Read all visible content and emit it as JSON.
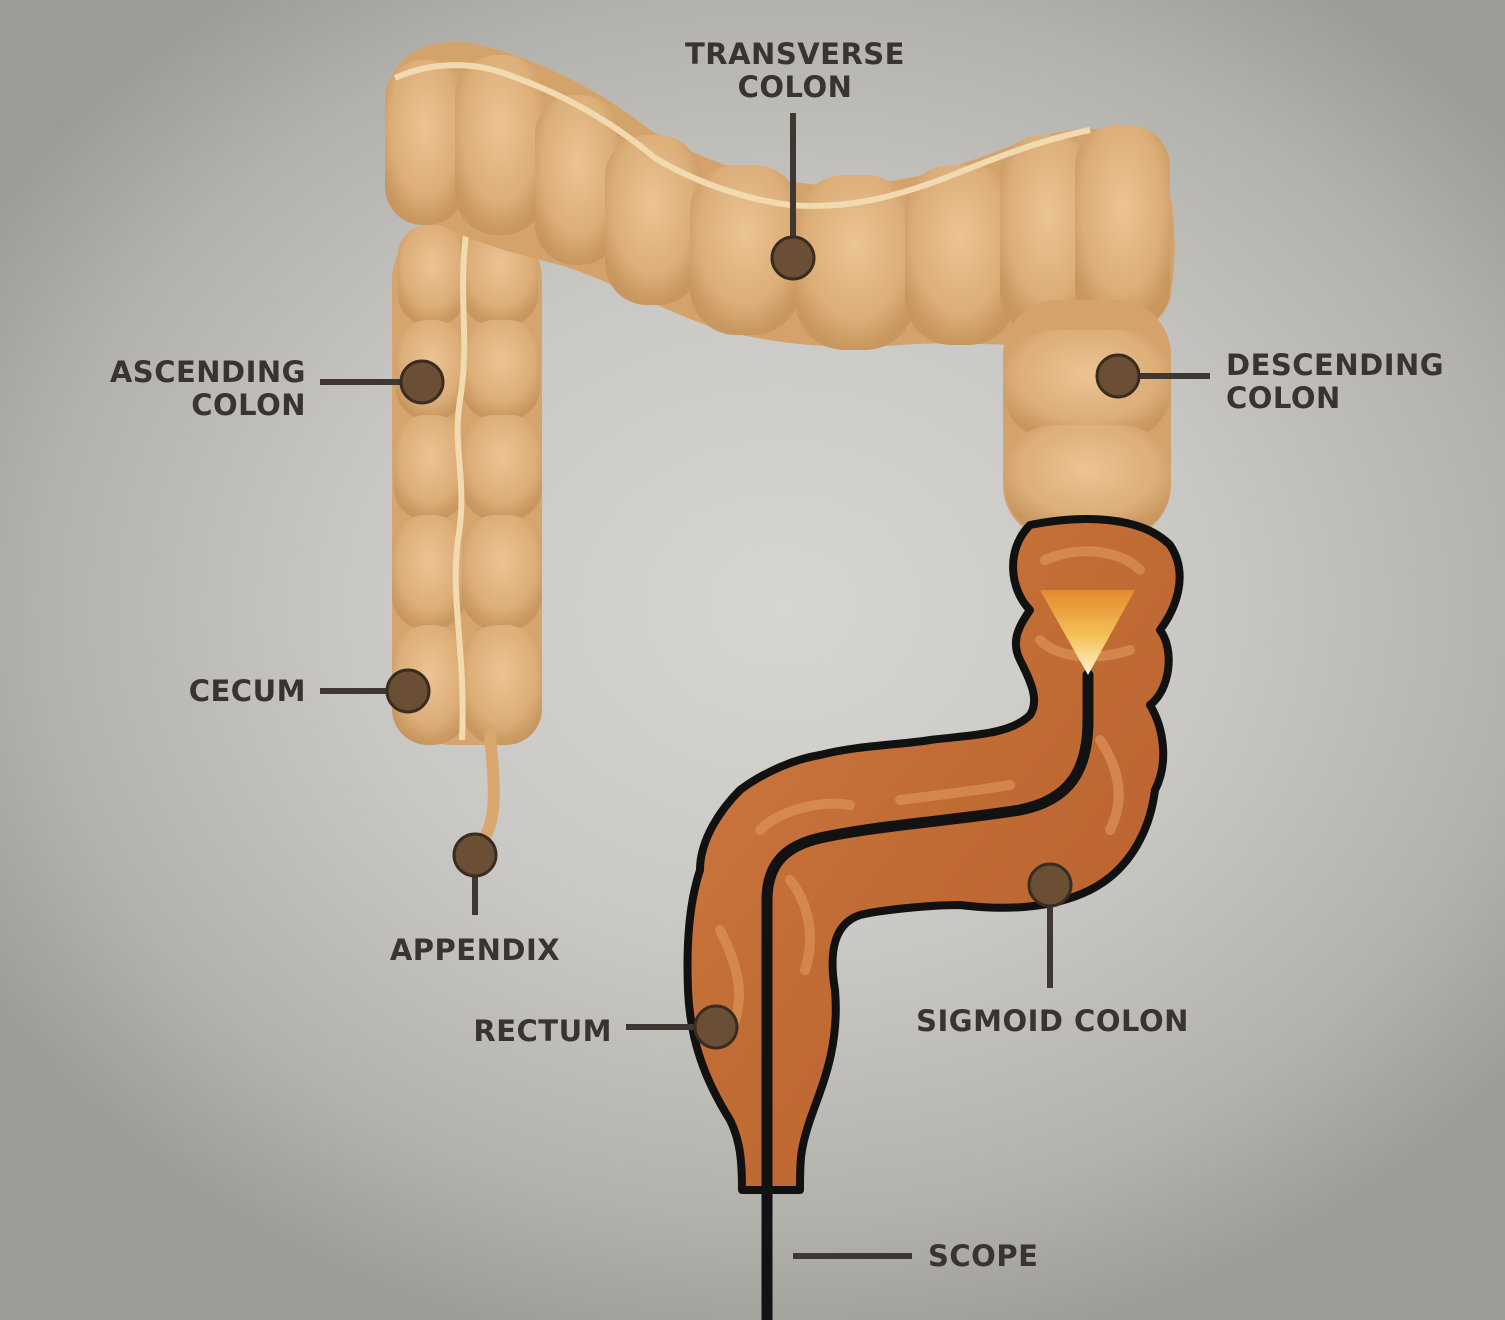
{
  "labels": {
    "transverse_colon": "TRANSVERSE\nCOLON",
    "ascending_colon": "ASCENDING\nCOLON",
    "descending_colon": "DESCENDING\nCOLON",
    "cecum": "CECUM",
    "appendix": "APPENDIX",
    "rectum": "RECTUM",
    "sigmoid_colon": "SIGMOID COLON",
    "scope": "SCOPE"
  },
  "colors": {
    "large_intestine": "#e0b47f",
    "sigmoid_rectum": "#c9763f",
    "outline": "#111111",
    "marker": "#6b4f35",
    "label_text": "#3a3431"
  }
}
